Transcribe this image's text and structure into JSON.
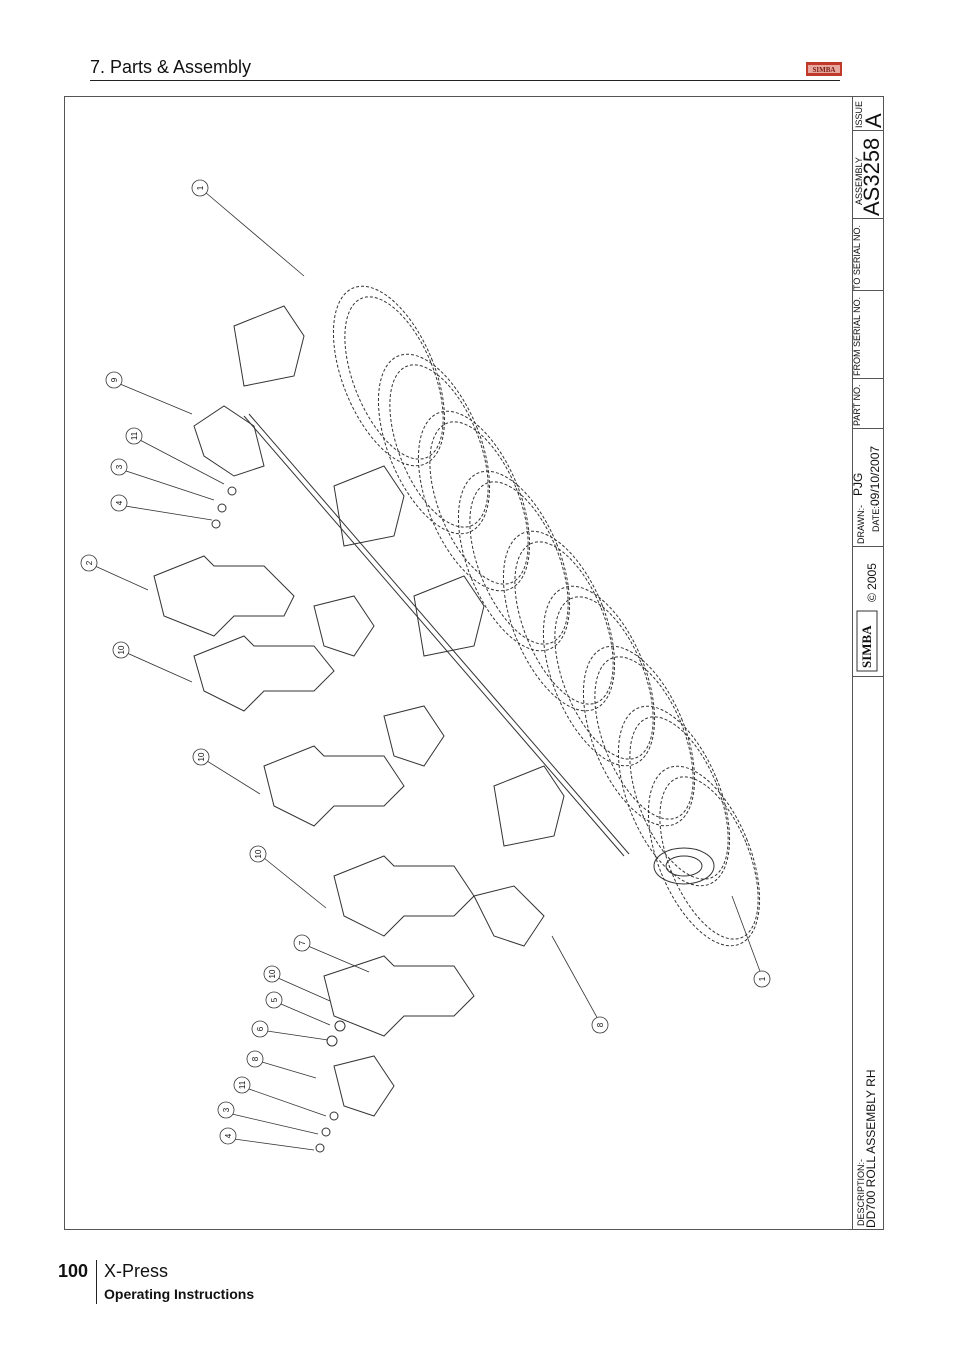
{
  "header": {
    "section_title": "7. Parts & Assembly",
    "logo_text": "SIMBA"
  },
  "title_block": {
    "issue_label": "ISSUE",
    "issue_value": "A",
    "assembly_label": "ASSEMBLY",
    "assembly_value": "AS3258",
    "to_serial_label": "TO SERIAL NO.",
    "from_serial_label": "FROM SERIAL NO.",
    "part_no_label": "PART NO.",
    "drawn_label": "DRAWN:-",
    "drawn_value": "PJG",
    "date_label": "DATE:-",
    "date_value": "09/10/2007",
    "copyright": "© 2005",
    "company": "SIMBA",
    "description_label": "DESCRIPTION:-",
    "description_value": "DD700 ROLL ASSEMBLY RH"
  },
  "callouts": [
    "1",
    "9",
    "11",
    "3",
    "4",
    "2",
    "10",
    "10",
    "10",
    "7",
    "10",
    "5",
    "6",
    "8",
    "11",
    "3",
    "4",
    "8",
    "1"
  ],
  "footer": {
    "page_number": "100",
    "product": "X-Press",
    "subtitle": "Operating Instructions"
  },
  "colors": {
    "logo_red": "#c0392b",
    "line": "#222222"
  }
}
